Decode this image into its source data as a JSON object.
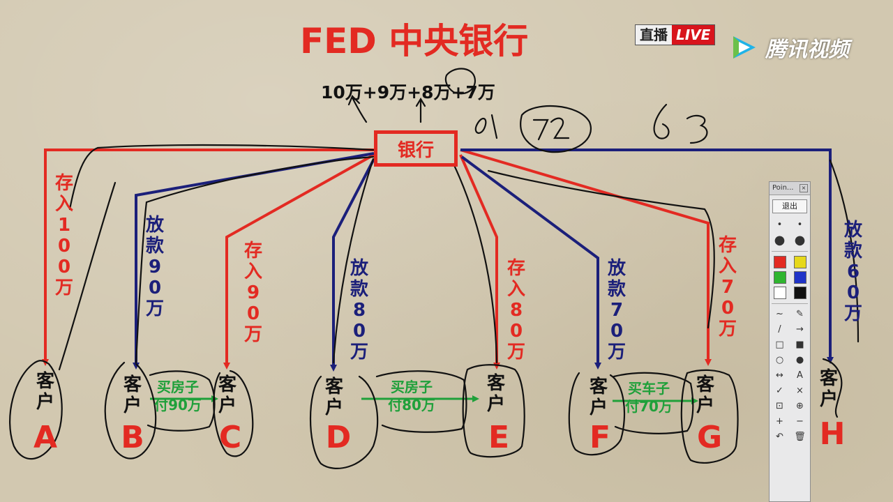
{
  "title": "FED  中央银行",
  "formula": "10万+9万+8万+7万",
  "bank_label": "银行",
  "customer_label": [
    "客",
    "户"
  ],
  "customers": [
    {
      "id": "A",
      "letter": "A"
    },
    {
      "id": "B",
      "letter": "B"
    },
    {
      "id": "C",
      "letter": "C"
    },
    {
      "id": "D",
      "letter": "D"
    },
    {
      "id": "E",
      "letter": "E"
    },
    {
      "id": "F",
      "letter": "F"
    },
    {
      "id": "G",
      "letter": "G"
    },
    {
      "id": "H",
      "letter": "H"
    }
  ],
  "flows": [
    {
      "customer": "A",
      "kind": "deposit",
      "label": "存入100万",
      "color": "#e32a22"
    },
    {
      "customer": "B",
      "kind": "loan",
      "label": "放款90万",
      "color": "#1b1f7a"
    },
    {
      "customer": "C",
      "kind": "deposit",
      "label": "存入90万",
      "color": "#e32a22"
    },
    {
      "customer": "D",
      "kind": "loan",
      "label": "放款80万",
      "color": "#1b1f7a"
    },
    {
      "customer": "E",
      "kind": "deposit",
      "label": "存入80万",
      "color": "#e32a22"
    },
    {
      "customer": "F",
      "kind": "loan",
      "label": "放款70万",
      "color": "#1b1f7a"
    },
    {
      "customer": "G",
      "kind": "deposit",
      "label": "存入70万",
      "color": "#e32a22"
    },
    {
      "customer": "H",
      "kind": "loan",
      "label": "放款60万",
      "color": "#1b1f7a"
    }
  ],
  "transfers": [
    {
      "from": "B",
      "to": "C",
      "line1": "买房子",
      "line2": "付90万",
      "color": "#1fa03a"
    },
    {
      "from": "D",
      "to": "E",
      "line1": "买房子",
      "line2": "付80万",
      "color": "#1fa03a"
    },
    {
      "from": "F",
      "to": "G",
      "line1": "买车子",
      "line2": "付70万",
      "color": "#1fa03a"
    }
  ],
  "badges": {
    "live_cn": "直播",
    "live_en": "LIVE",
    "brand": "腾讯视频"
  },
  "toolbar": {
    "title": "Poin...",
    "close": "×",
    "exit_label": "退出",
    "colors": [
      "#e32a22",
      "#e6d81a",
      "#2fb52f",
      "#1f33c8",
      "#ffffff",
      "#111111"
    ],
    "tools": [
      "~",
      "✎",
      "/",
      "→",
      "□",
      "■",
      "○",
      "●",
      "↔",
      "A",
      "✓",
      "×",
      "⊡",
      "⊕",
      "+",
      "−",
      "↶",
      "🗑"
    ]
  },
  "colors": {
    "red": "#e32a22",
    "blue": "#1b1f7a",
    "green": "#1fa03a",
    "paper": "#d2c8b0"
  }
}
